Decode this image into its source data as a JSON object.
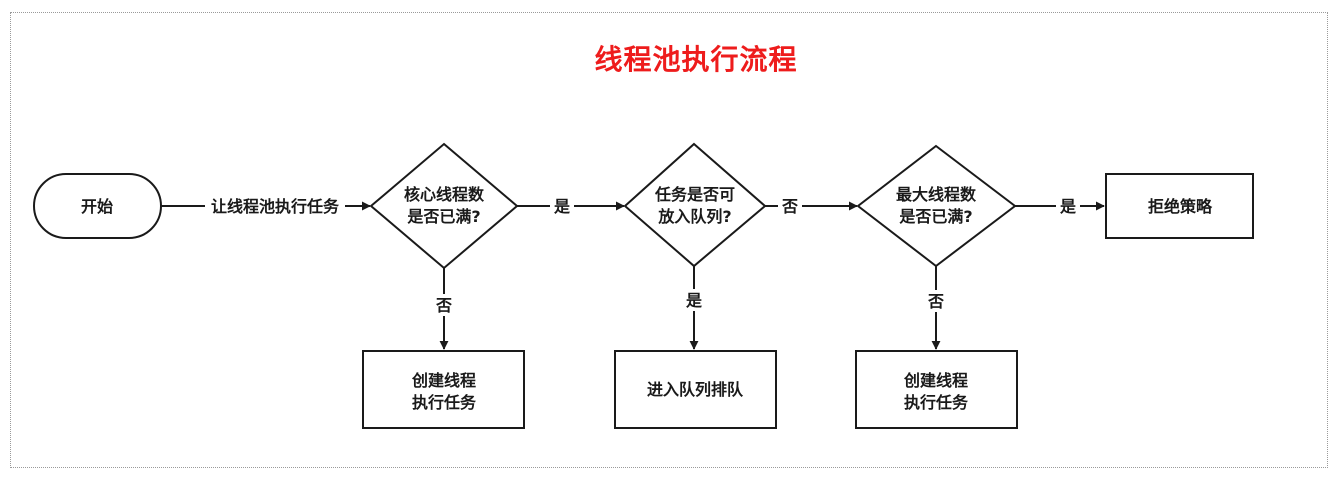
{
  "title": "线程池执行流程",
  "colors": {
    "title": "#ee1c1c",
    "stroke": "#1a1a1a",
    "frame_border": "#9a9a9a"
  },
  "nodes": {
    "start": {
      "label": "开始"
    },
    "core_check": {
      "line1": "核心线程数",
      "line2": "是否已满?"
    },
    "queue_check": {
      "line1": "任务是否可",
      "line2": "放入队列?"
    },
    "max_check": {
      "line1": "最大线程数",
      "line2": "是否已满?"
    },
    "reject": {
      "label": "拒绝策略"
    },
    "create_core": {
      "line1": "创建线程",
      "line2": "执行任务"
    },
    "enqueue": {
      "label": "进入队列排队"
    },
    "create_max": {
      "line1": "创建线程",
      "line2": "执行任务"
    }
  },
  "edges": {
    "start_to_core": "让线程池执行任务",
    "core_yes": "是",
    "core_no": "否",
    "queue_yes": "是",
    "queue_no": "否",
    "max_yes": "是",
    "max_no": "否"
  }
}
